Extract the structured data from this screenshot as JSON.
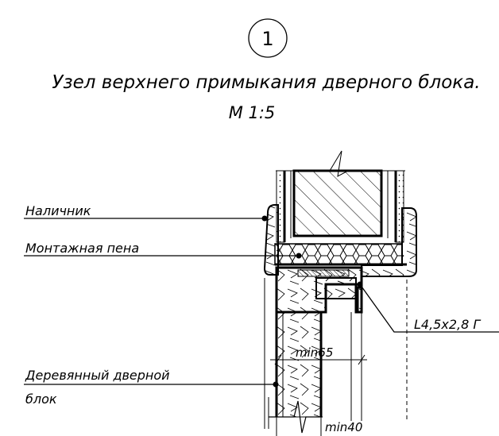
{
  "node": {
    "number": "1",
    "title": "Узел верхнего примыкания дверного блока.",
    "scale": "М 1:5"
  },
  "labels": {
    "casing": "Наличник",
    "foam": "Монтажная пена",
    "angle": "L4,5х2,8 Г",
    "door_block_1": "Деревянный дверной",
    "door_block_2": "блок"
  },
  "dimensions": {
    "d1": "min65",
    "d2": "min40"
  },
  "colors": {
    "line": "#000000",
    "background": "#ffffff"
  }
}
